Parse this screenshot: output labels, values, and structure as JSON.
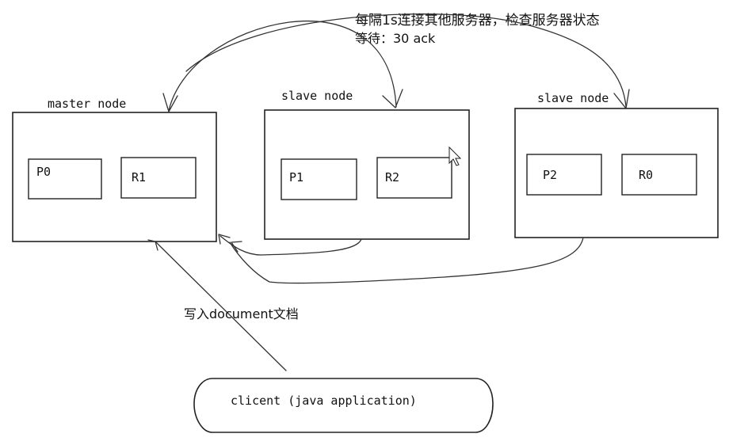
{
  "annotations": {
    "heartbeat_line1": "每隔1s连接其他服务器，检查服务器状态",
    "heartbeat_line2": "等待：30  ack",
    "write_doc": "写入document文档"
  },
  "nodes": [
    {
      "label": "master node",
      "shards": [
        "P0",
        "R1"
      ]
    },
    {
      "label": "slave node",
      "shards": [
        "P1",
        "R2"
      ]
    },
    {
      "label": "slave node",
      "shards": [
        "P2",
        "R0"
      ]
    }
  ],
  "client": {
    "label": "clicent (java application)"
  }
}
